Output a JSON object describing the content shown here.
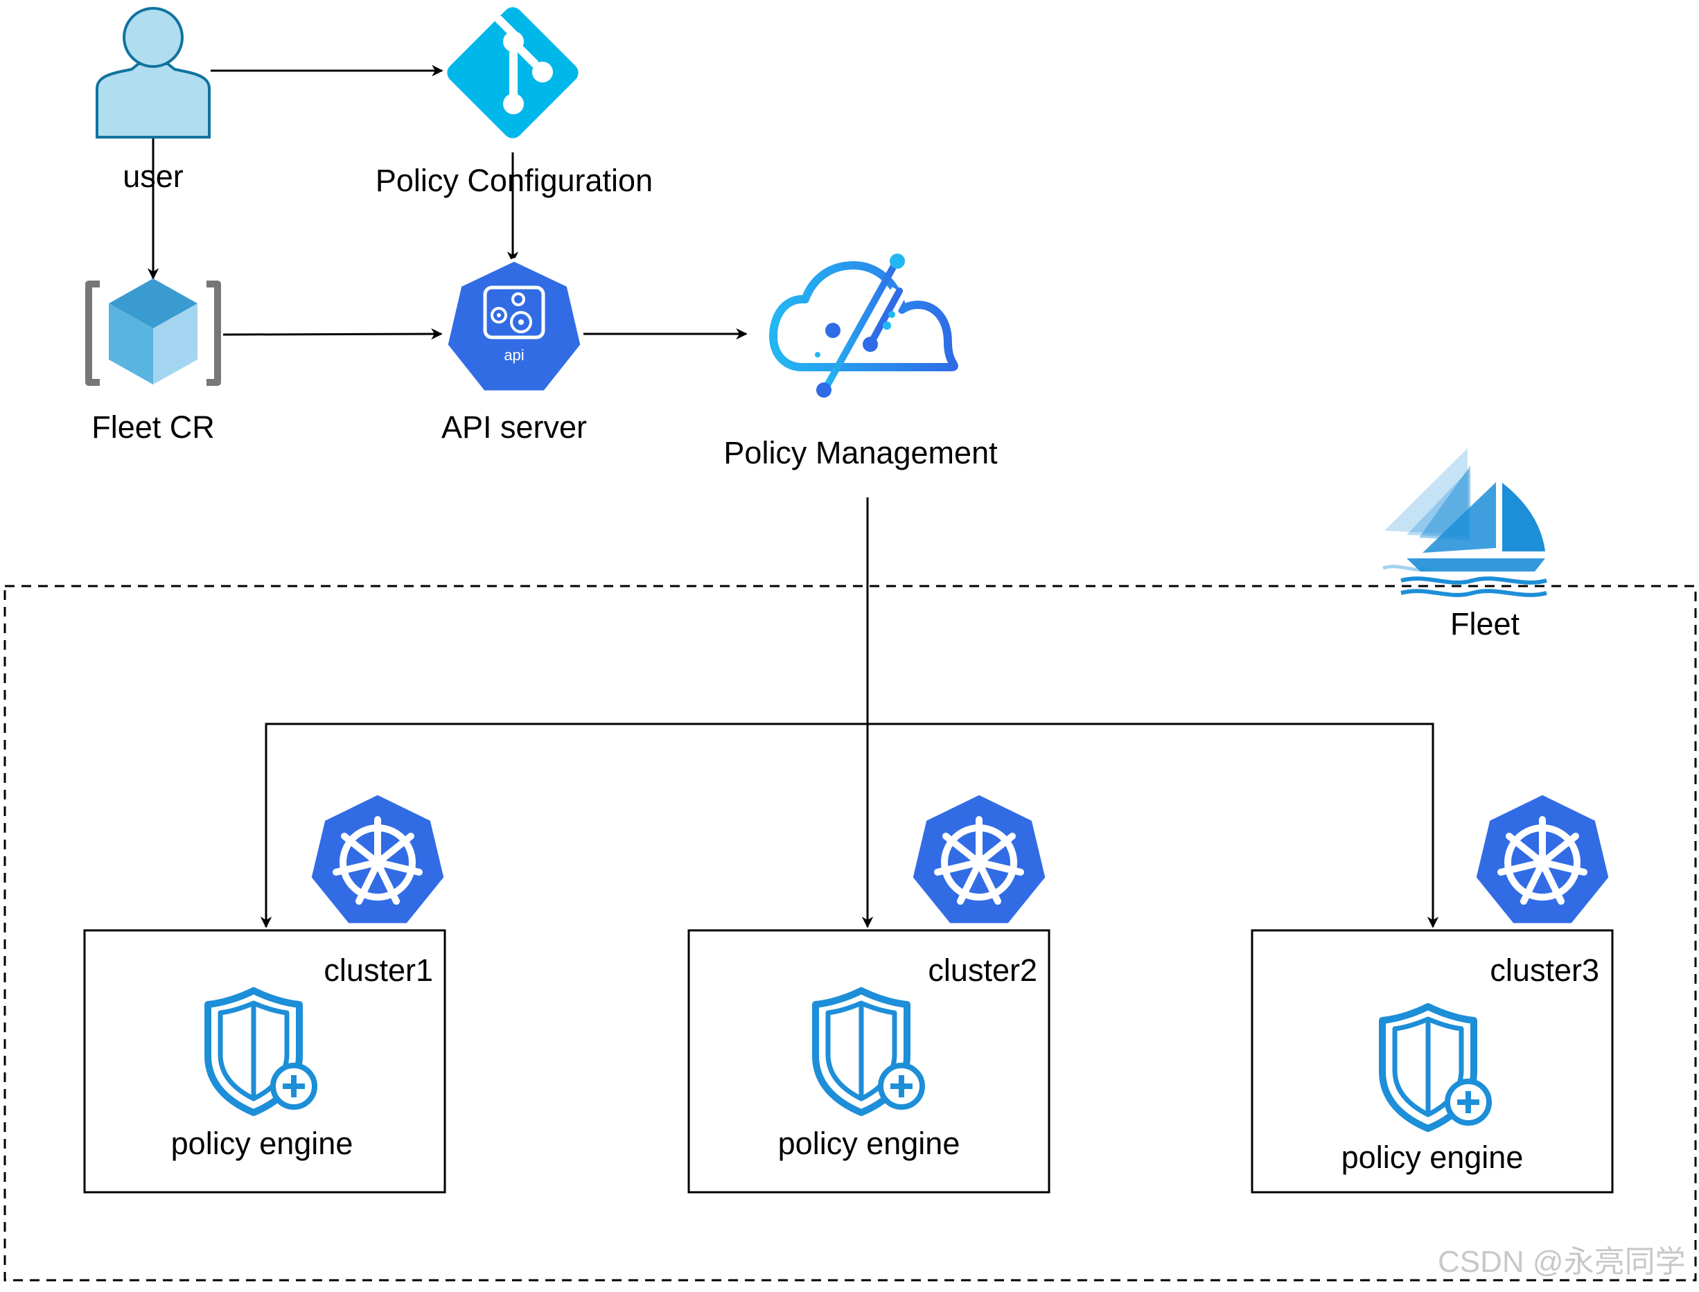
{
  "nodes": {
    "user": "user",
    "policy_configuration": "Policy Configuration",
    "fleet_cr": "Fleet CR",
    "api_server": "API server",
    "api_icon_text": "api",
    "policy_management": "Policy Management",
    "fleet": "Fleet"
  },
  "clusters": [
    {
      "name": "cluster1",
      "component": "policy engine"
    },
    {
      "name": "cluster2",
      "component": "policy engine"
    },
    {
      "name": "cluster3",
      "component": "policy engine"
    }
  ],
  "edges": [
    {
      "from": "user",
      "to": "policy_configuration"
    },
    {
      "from": "user",
      "to": "fleet_cr"
    },
    {
      "from": "policy_configuration",
      "to": "api_server"
    },
    {
      "from": "fleet_cr",
      "to": "api_server"
    },
    {
      "from": "api_server",
      "to": "policy_management"
    },
    {
      "from": "policy_management",
      "to": "cluster1"
    },
    {
      "from": "policy_management",
      "to": "cluster2"
    },
    {
      "from": "policy_management",
      "to": "cluster3"
    }
  ],
  "icons": {
    "user": "user-icon",
    "policy_configuration": "git-icon",
    "fleet_cr": "cube-icon",
    "api_server": "kubernetes-api-icon",
    "policy_management": "cloud-icon",
    "fleet": "sailboat-icon",
    "cluster": "kubernetes-helm-icon",
    "policy_engine": "shield-plus-icon"
  },
  "colors": {
    "user": "#b1ddf0",
    "git": "#00b7ea",
    "k8s": "#326ce5",
    "shield": "#1d8ed8",
    "cube_top": "#3a9bd0",
    "cube_left": "#5ab4e0",
    "cube_right": "#a4d5f0"
  },
  "watermark": "CSDN @永亮同学"
}
